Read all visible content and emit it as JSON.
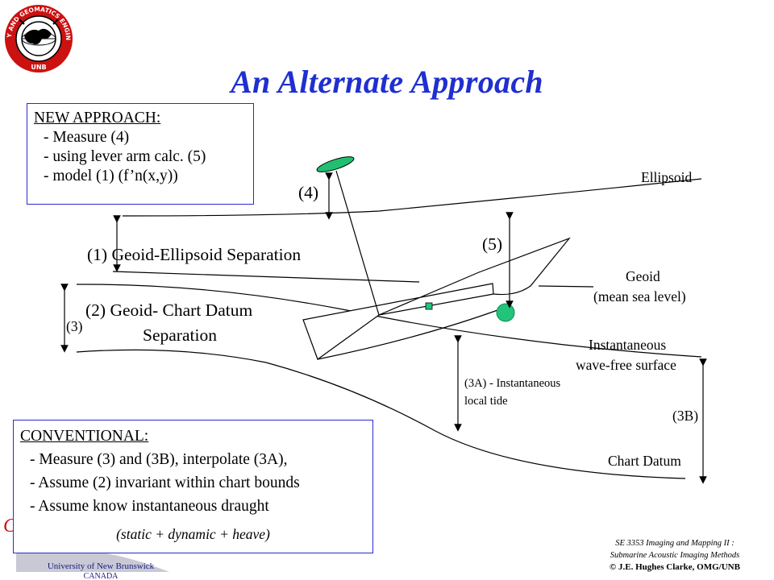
{
  "title": "An Alternate Approach",
  "logo": {
    "ring_text": "GEODESY AND GEOMATICS ENGINEERING",
    "bottom_text": "UNB"
  },
  "new_approach": {
    "heading": "NEW APPROACH:",
    "items": [
      "- Measure (4)",
      "- using lever arm calc. (5)",
      "- model (1) (f’n(x,y))"
    ]
  },
  "conventional": {
    "heading": "CONVENTIONAL:",
    "items": [
      "- Measure (3) and (3B), interpolate (3A),",
      "- Assume (2) invariant within chart bounds",
      "- Assume know instantaneous draught"
    ],
    "note": "(static + dynamic + heave)"
  },
  "labels": {
    "ellipsoid": "Ellipsoid",
    "geoid_1": "Geoid",
    "geoid_2": "(mean sea level)",
    "instantaneous_1": "Instantaneous",
    "instantaneous_2": "wave-free surface",
    "chart_datum": "Chart Datum",
    "l4": "(4)",
    "l5": "(5)",
    "l1_sep": "(1)  Geoid-Ellipsoid Separation",
    "l2_sep_1": "(2) Geoid- Chart Datum",
    "l2_sep_2": "Separation",
    "l3": "(3)",
    "l3a_1": "(3A) - Instantaneous",
    "l3a_2": "local tide",
    "l3b": "(3B)"
  },
  "footer": {
    "line1": "SE 3353 Imaging and Mapping II :",
    "line2": "Submarine Acoustic Imaging Methods",
    "line3": "© J.E. Hughes Clarke, OMG/UNB"
  },
  "unb": {
    "name": "University of New Brunswick",
    "country": "CANADA"
  },
  "colors": {
    "title": "#1f2fd0",
    "box_border": "#2a2ad0",
    "transducer": "#22c47a",
    "antenna": "#20c070",
    "logo_red": "#cc1111"
  }
}
